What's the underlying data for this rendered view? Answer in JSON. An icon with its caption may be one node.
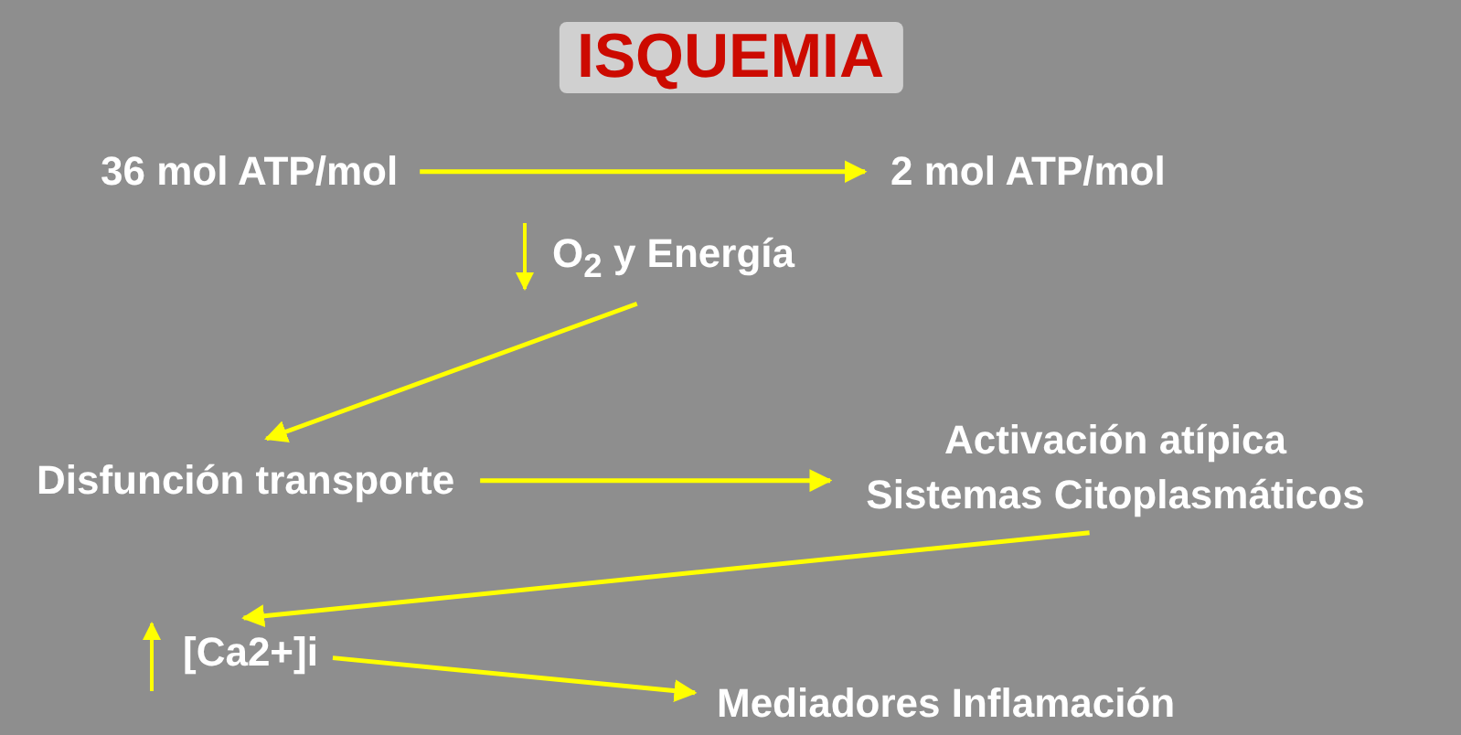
{
  "diagram": {
    "title": "ISQUEMIA",
    "nodes": [
      {
        "text": [
          "36 mol ATP/mol"
        ]
      },
      {
        "text": [
          "2 mol ATP/mol"
        ]
      },
      {
        "text": [
          "O$_{2}$ y Energía"
        ]
      },
      {
        "text": [
          "Disfunción transporte"
        ]
      },
      {
        "text": [
          "Activación atípica Sistemas Citoplasmáticos"
        ]
      },
      {
        "text": [
          "[Ca2+]i"
        ]
      },
      {
        "text": [
          "Mediadores Inflamación"
        ]
      }
    ],
    "edges": [
      {
        "from": 0,
        "to": 1,
        "arrow": "to"
      },
      {
        "from": 2,
        "to": 3,
        "arrow": "to"
      },
      {
        "from": 3,
        "to": 4,
        "arrow": "to"
      },
      {
        "from": 4,
        "to": 5,
        "arrow": "to"
      },
      {
        "from": 5,
        "to": 6,
        "arrow": "to"
      }
    ]
  }
}
